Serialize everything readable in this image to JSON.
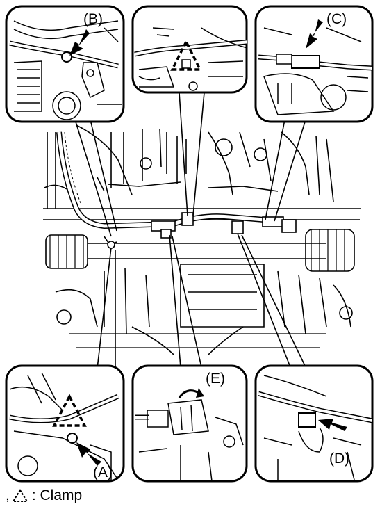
{
  "callouts": {
    "a": "(A)",
    "b": "(B)",
    "c": "(C)",
    "d": "(D)",
    "e": "(E)"
  },
  "legend": {
    "prefix": ",",
    "text": ": Clamp"
  },
  "icons": {
    "clamp_symbol": "dashed-triangle-icon",
    "pointer": "pointer-arrow-icon",
    "rotation": "rotate-arrow-icon"
  }
}
